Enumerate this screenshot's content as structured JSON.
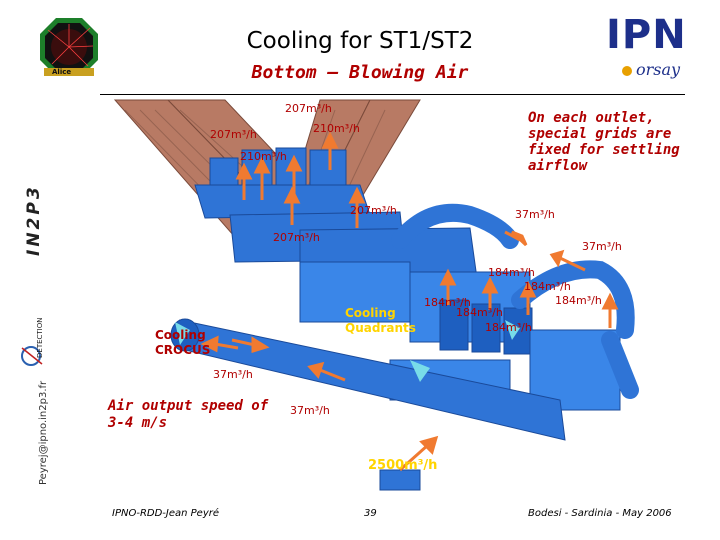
{
  "header": {
    "title": "Cooling for ST1/ST2",
    "subtitle": "Bottom – Blowing Air"
  },
  "logos": {
    "ipn_letters": "IPN",
    "orsay": "orsay",
    "in2p3": "IN2P3",
    "left_logo": "Alice",
    "badge": "DETECTION",
    "email": "Peyrej@ipno.in2p3.fr"
  },
  "note": "On each outlet, special grids are fixed for settling airflow",
  "flows": {
    "f1": "207m³/h",
    "f2": "210m³/h",
    "f3": "207m³/h",
    "f4": "210m³/h",
    "f5": "207m³/h",
    "f6": "207m³/h",
    "f7": "37m³/h",
    "f8": "37m³/h",
    "f9": "184m³/h",
    "f10": "184m³/h",
    "f11": "184m³/h",
    "f12": "184m³/h",
    "f13": "184m³/h",
    "f14": "184m³/h",
    "f15": "37m³/h",
    "f16": "37m³/h",
    "main": "2500m³/h"
  },
  "tags": {
    "cooling_quadrants": "Cooling Quadrants",
    "cooling_crocus": "Cooling CROCUS"
  },
  "speed_text": "Air output speed of 3-4 m/s",
  "footer": {
    "left": "IPNO-RDD-Jean Peyré",
    "page": "39",
    "right": "Bodesi - Sardinia - May 2006"
  },
  "colors": {
    "duct_blue": "#2f74d6",
    "frame_copper": "#b87a64",
    "arrow_orange": "#f07a30",
    "accent_red": "#b00000",
    "label_yellow": "#ffd400"
  }
}
